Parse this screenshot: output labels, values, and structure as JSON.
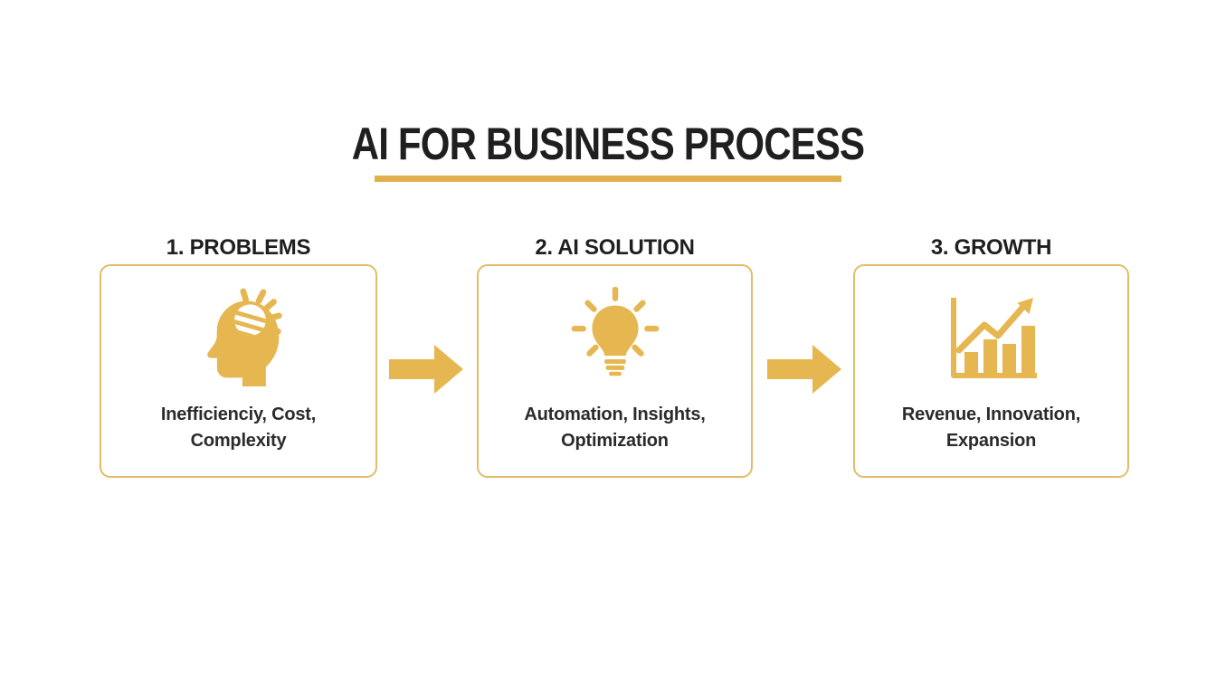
{
  "title": "AI FOR BUSINESS PROCESS",
  "steps": [
    {
      "heading": "1. PROBLEMS",
      "icon": "head-spark-icon",
      "description_lines": [
        "Inefficienciy, Cost,",
        "Complexity"
      ]
    },
    {
      "heading": "2. AI SOLUTION",
      "icon": "lightbulb-icon",
      "description_lines": [
        "Automation, Insights,",
        "Optimization"
      ]
    },
    {
      "heading": "3. GROWTH",
      "icon": "growth-chart-icon",
      "description_lines": [
        "Revenue, Innovation,",
        "Expansion"
      ]
    }
  ],
  "colors": {
    "accent_gold": "#E6B750",
    "card_border_gold": "#E3BC66",
    "underline_gold": "#E0B04C",
    "title_text": "#1F1F1F",
    "body_text": "#2B2B2B",
    "background": "#FFFFFF"
  }
}
